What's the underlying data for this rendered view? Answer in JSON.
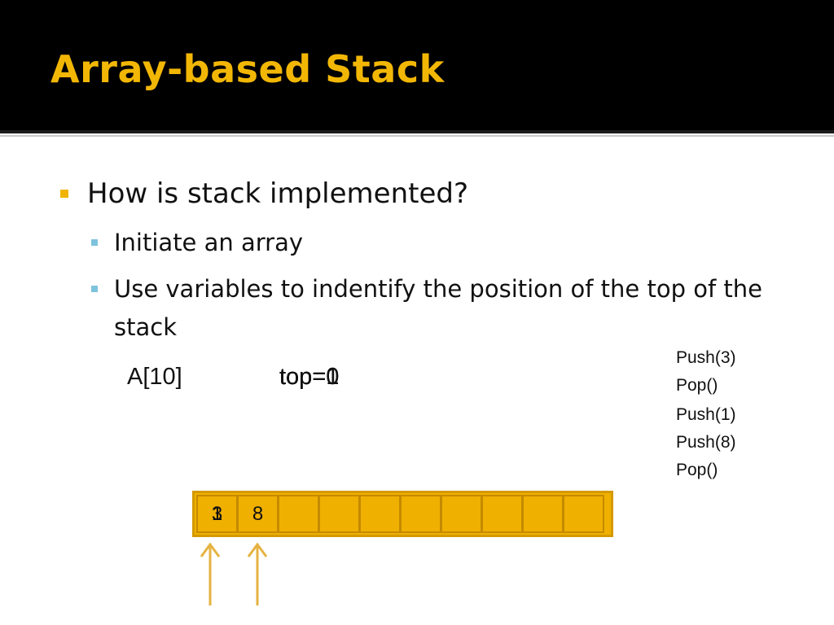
{
  "slide": {
    "title": "Array-based Stack",
    "bullet1": "How is stack implemented?",
    "sub1": "Initiate an array",
    "sub2": "Use variables to indentify the position of the top of the stack"
  },
  "array_label": "A[10]",
  "top_labels": [
    "top=0",
    "top=1",
    "top=0",
    "top=1"
  ],
  "operations": [
    "Push(3)",
    "Pop()",
    "Push(1)",
    "Push(8)",
    "Pop()"
  ],
  "array_cells": [
    {
      "values": [
        "3",
        "1"
      ]
    },
    {
      "values": [
        "8"
      ]
    },
    {
      "values": []
    },
    {
      "values": []
    },
    {
      "values": []
    },
    {
      "values": []
    },
    {
      "values": []
    },
    {
      "values": []
    },
    {
      "values": []
    },
    {
      "values": []
    }
  ],
  "colors": {
    "title_bar": "#000000",
    "title_text": "#f2b705",
    "array_fill": "#f0b000",
    "pointer": "#e5b342"
  }
}
